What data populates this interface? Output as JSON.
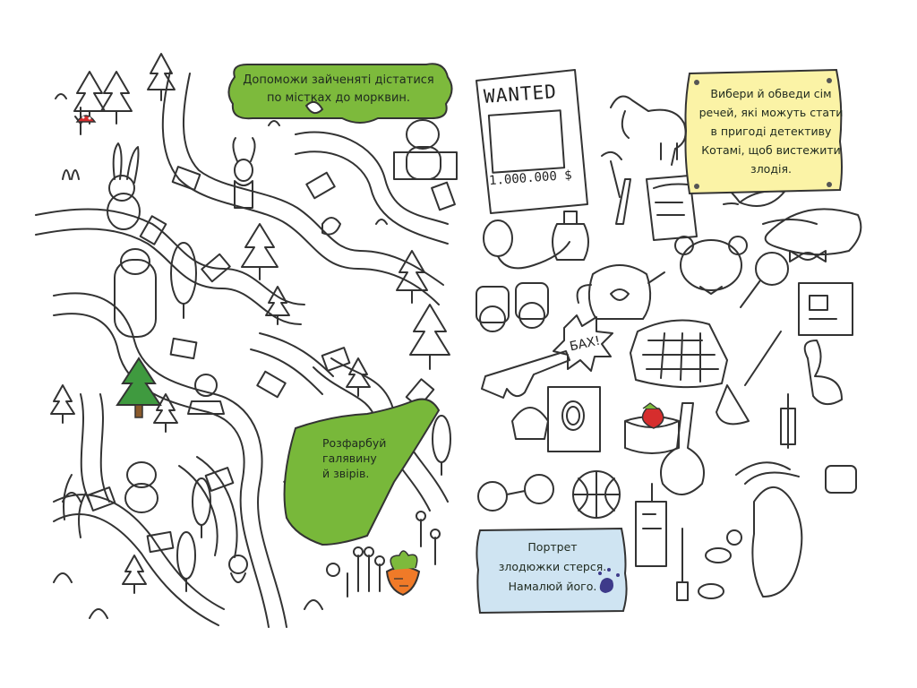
{
  "left_page": {
    "banner": {
      "line1": "Допоможи зайченяті дістатися",
      "line2": "по містках до морквин."
    },
    "meadow_task": {
      "line1": "Розфарбуй",
      "line2": "галявину",
      "line3": "й звірів."
    },
    "colors": {
      "banner_green": "#7dba3c",
      "meadow_green": "#78b83a",
      "tree_green": "#3f9a3f",
      "carrot_orange": "#f07a28"
    }
  },
  "right_page": {
    "wanted_poster": {
      "title": "WANTED",
      "reward": "1.000.000 $"
    },
    "task_note": {
      "line1": "Вибери й обведи сім",
      "line2": "речей, які можуть стати",
      "line3": "в пригоді детективу",
      "line4": "Котамі, щоб вистежити",
      "line5": "злодія."
    },
    "portrait_note": {
      "line1": "Портрет",
      "line2": "злодюжки стерся.",
      "line3": "Намалюй його."
    },
    "bang": "БАХ!",
    "colors": {
      "note_yellow": "#fbf3a6",
      "note_blue": "#cfe4f2",
      "strawberry_red": "#d62d2d"
    }
  }
}
